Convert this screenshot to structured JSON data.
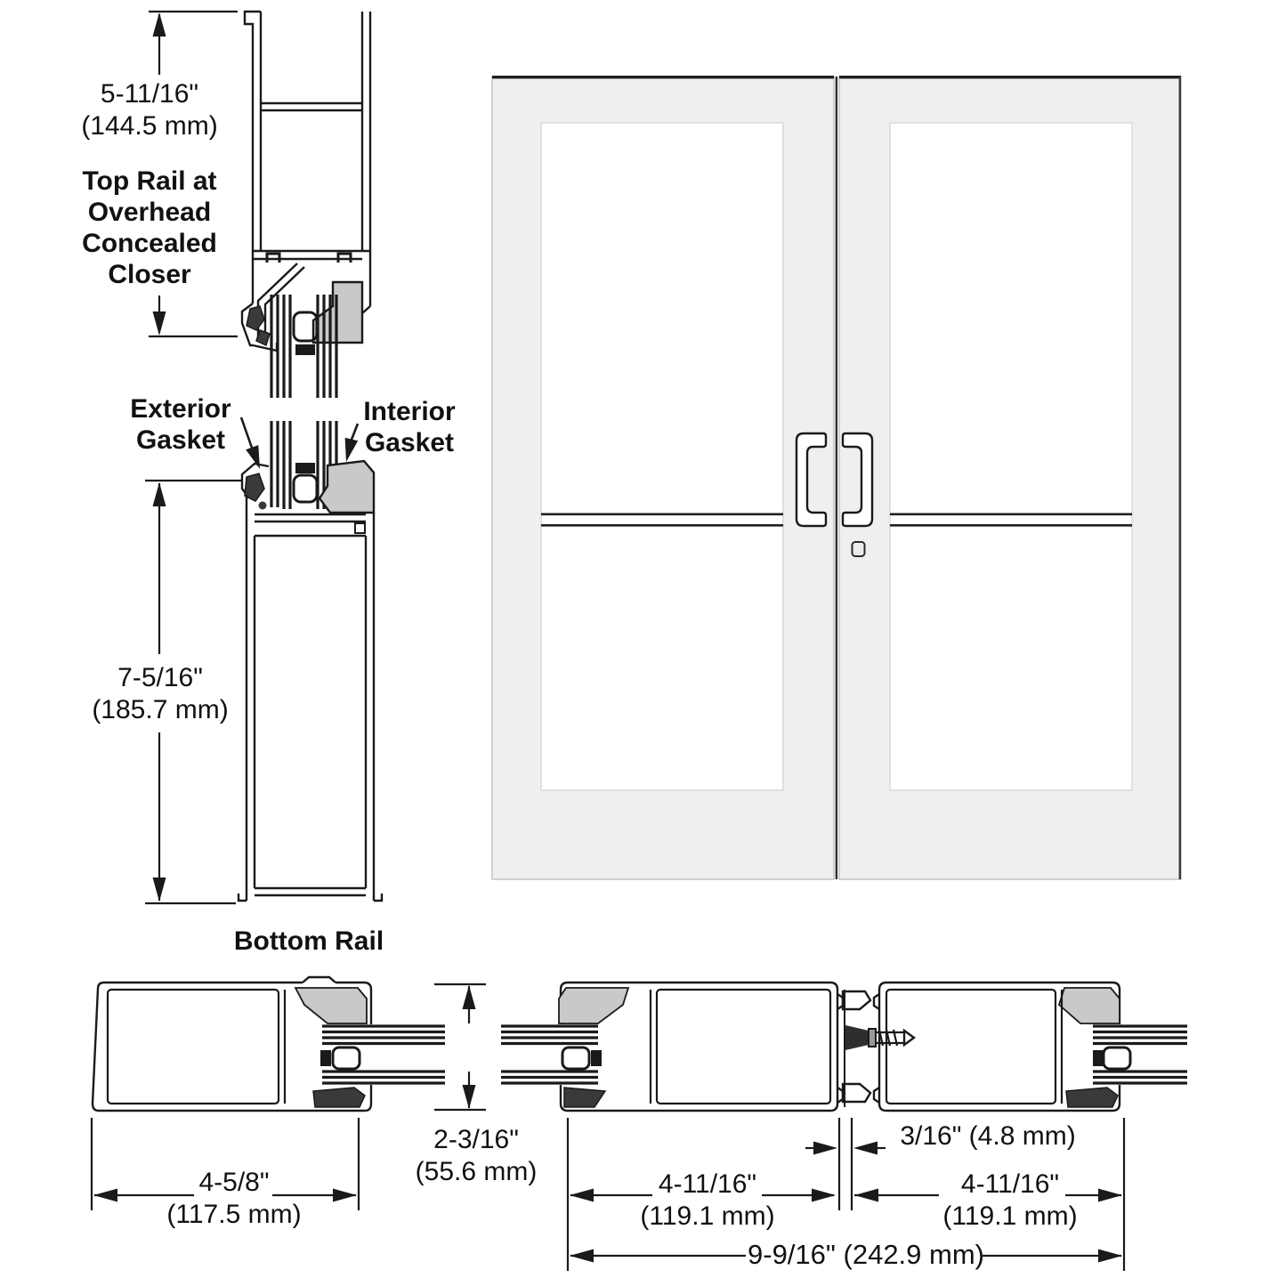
{
  "drawing": {
    "title_semantic": "Storefront door rail sections and elevation",
    "top_rail": {
      "dim_text": "5-11/16\"\n(144.5 mm)",
      "label_text": "Top Rail at\nOverhead\nConcealed\nCloser"
    },
    "gaskets": {
      "exterior_label": "Exterior\nGasket",
      "interior_label": "Interior\nGasket"
    },
    "bottom_rail": {
      "dim_text": "7-5/16\"\n(185.7 mm)",
      "label_text": "Bottom Rail"
    },
    "plan_dimensions": {
      "hinge_stile_width": "4-5/8\"\n(117.5 mm)",
      "door_thickness": "2-3/16\"\n(55.6 mm)",
      "meeting_gap": "3/16\" (4.8 mm)",
      "left_meeting_stile": "4-11/16\"\n(119.1 mm)",
      "right_meeting_stile": "4-11/16\"\n(119.1 mm)",
      "overall_pair": "9-9/16\" (242.9 mm)"
    },
    "colors": {
      "line": "#1a1a1a",
      "leaf_fill": "#efeff0",
      "glass_fill": "#ffffff",
      "gasket_gray": "#c9c9cc",
      "gasket_dark": "#3a3a3a"
    }
  }
}
